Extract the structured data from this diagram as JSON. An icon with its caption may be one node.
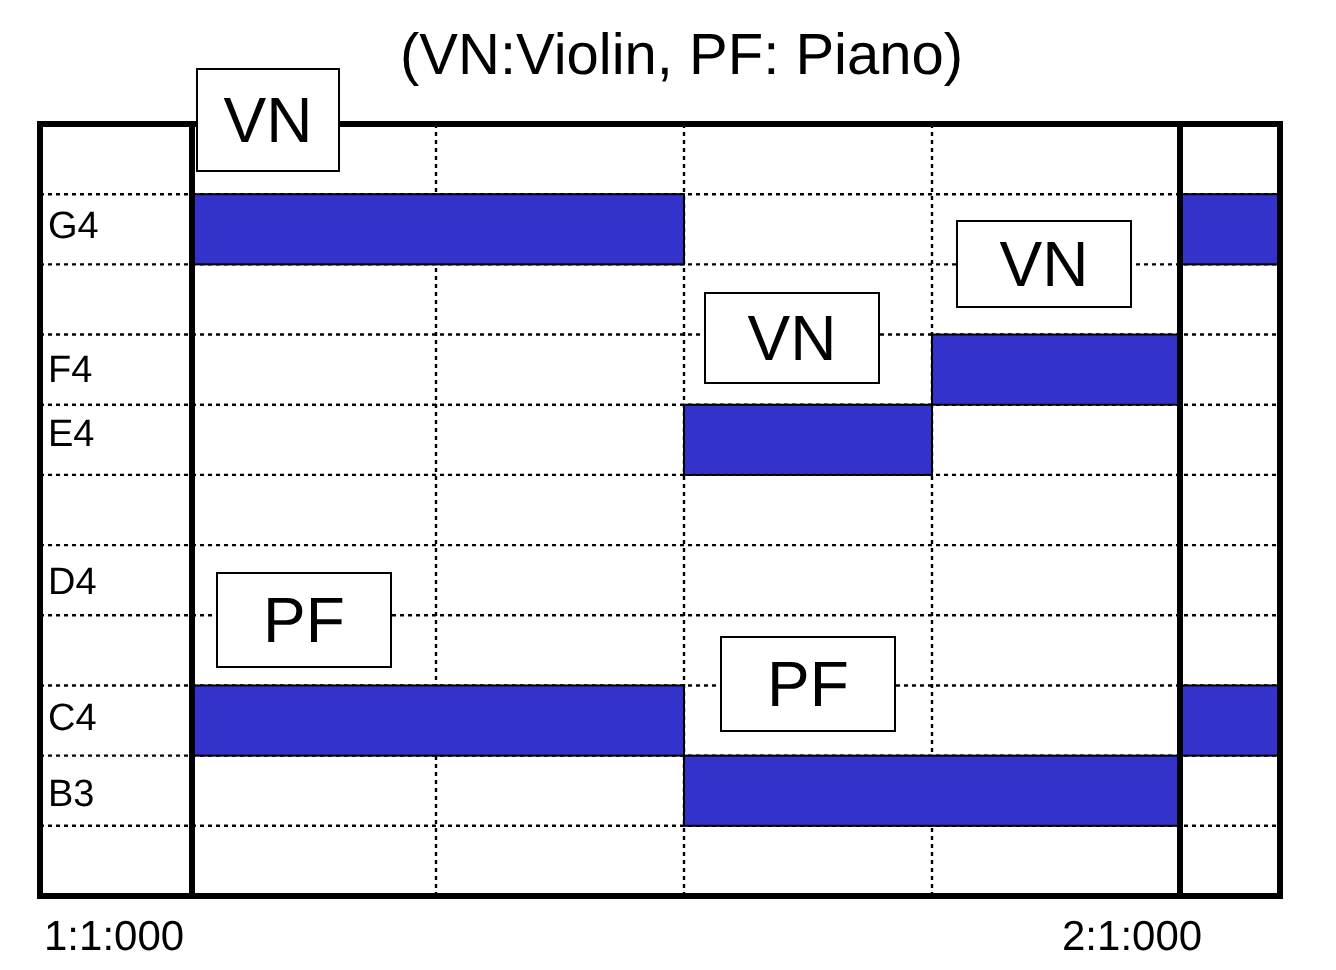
{
  "diagram": {
    "nodes": [
      {
        "text": [
          "VN"
        ]
      },
      {
        "text": [
          "VN"
        ]
      },
      {
        "text": [
          "VN"
        ]
      },
      {
        "text": [
          "PF"
        ]
      },
      {
        "text": [
          "PF"
        ]
      }
    ],
    "labels": [
      "(VN:Violin, PF: Piano)",
      "G4",
      "F4",
      "E4",
      "D4",
      "C4",
      "B3",
      "1:1:000",
      "2:1:000"
    ]
  }
}
